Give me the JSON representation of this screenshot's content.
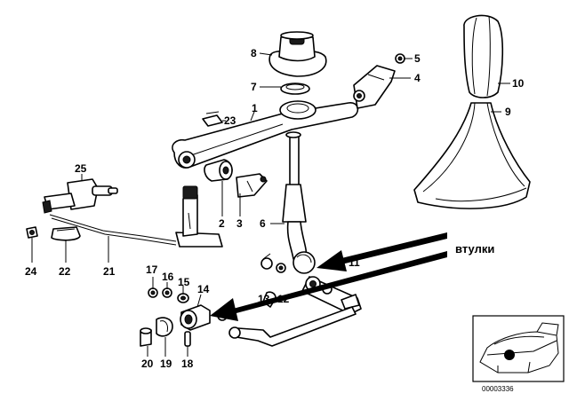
{
  "diagram": {
    "callout_text": "втулки",
    "catalog_code": "00003336",
    "part_labels": [
      "1",
      "2",
      "3",
      "4",
      "5",
      "6",
      "7",
      "8",
      "9",
      "10",
      "11",
      "12",
      "13",
      "14",
      "15",
      "16",
      "17",
      "18",
      "19",
      "20",
      "21",
      "22",
      "23",
      "24",
      "25"
    ]
  },
  "colors": {
    "ink": "#000000",
    "background": "#ffffff",
    "arrow": "#000000"
  }
}
